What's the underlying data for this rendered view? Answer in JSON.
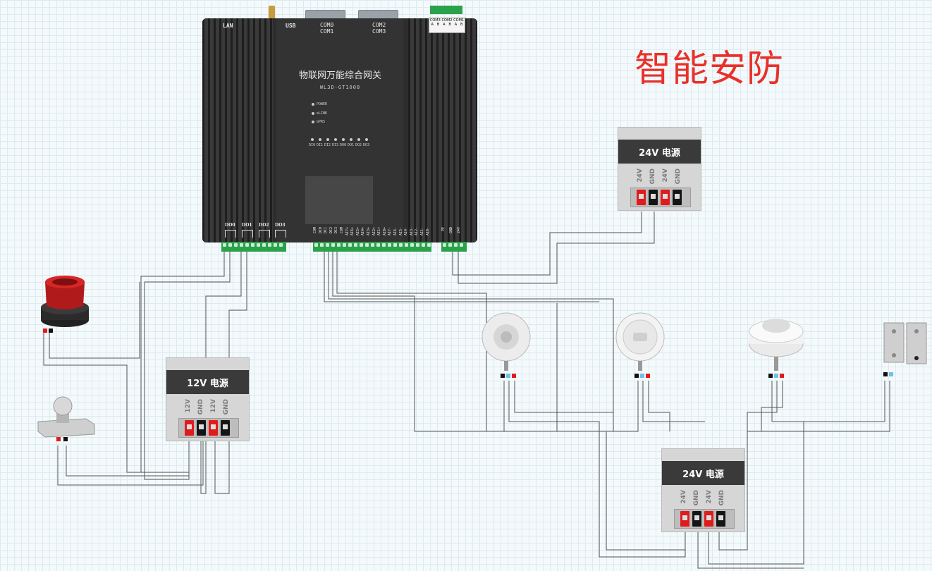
{
  "title": "智能安防",
  "gateway": {
    "name": "物联网万能综合网关",
    "model": "WL3D-GT1008",
    "top_labels": {
      "lan": "LAN",
      "usb": "USB",
      "com0": "COM0",
      "com1": "COM1",
      "com2": "COM2",
      "com3": "COM3"
    },
    "top_terminal_labels": [
      "COM3",
      "COM2",
      "COM1"
    ],
    "top_terminal_pins": [
      "A",
      "B",
      "A",
      "B",
      "A",
      "B"
    ],
    "status_leds": [
      "POWER",
      "eLINK",
      "GPRS"
    ],
    "di_leds": [
      "DI0",
      "DI1",
      "DI2",
      "DI3",
      "DO0",
      "DO1",
      "DO2",
      "DO3"
    ],
    "do_labels": [
      "DO0",
      "DO1",
      "DO2",
      "DO3"
    ],
    "di_terminals": [
      "COM",
      "DI0",
      "DI1",
      "DI2",
      "DI3",
      "COM",
      "AI7+",
      "AI6+",
      "AI5+",
      "AI4+",
      "AI3+",
      "AI2+",
      "AI1+",
      "AI0+",
      "AI7-",
      "AI6-",
      "AI5-",
      "AI4-",
      "AI3-",
      "AI2-",
      "AI1-",
      "AI0-"
    ],
    "power_terminals": [
      "PE",
      "GND",
      "24V"
    ]
  },
  "psu_top_right": {
    "title": "24V 电源",
    "terminals": [
      "24V",
      "GND",
      "24V",
      "GND"
    ]
  },
  "psu_left": {
    "title": "12V 电源",
    "terminals": [
      "12V",
      "GND",
      "12V",
      "GND"
    ]
  },
  "psu_bottom": {
    "title": "24V 电源",
    "terminals": [
      "24V",
      "GND",
      "24V",
      "GND"
    ]
  },
  "devices": [
    "alarm-light",
    "button",
    "infrared-detector",
    "gas-detector",
    "smoke-detector",
    "door-sensor"
  ]
}
